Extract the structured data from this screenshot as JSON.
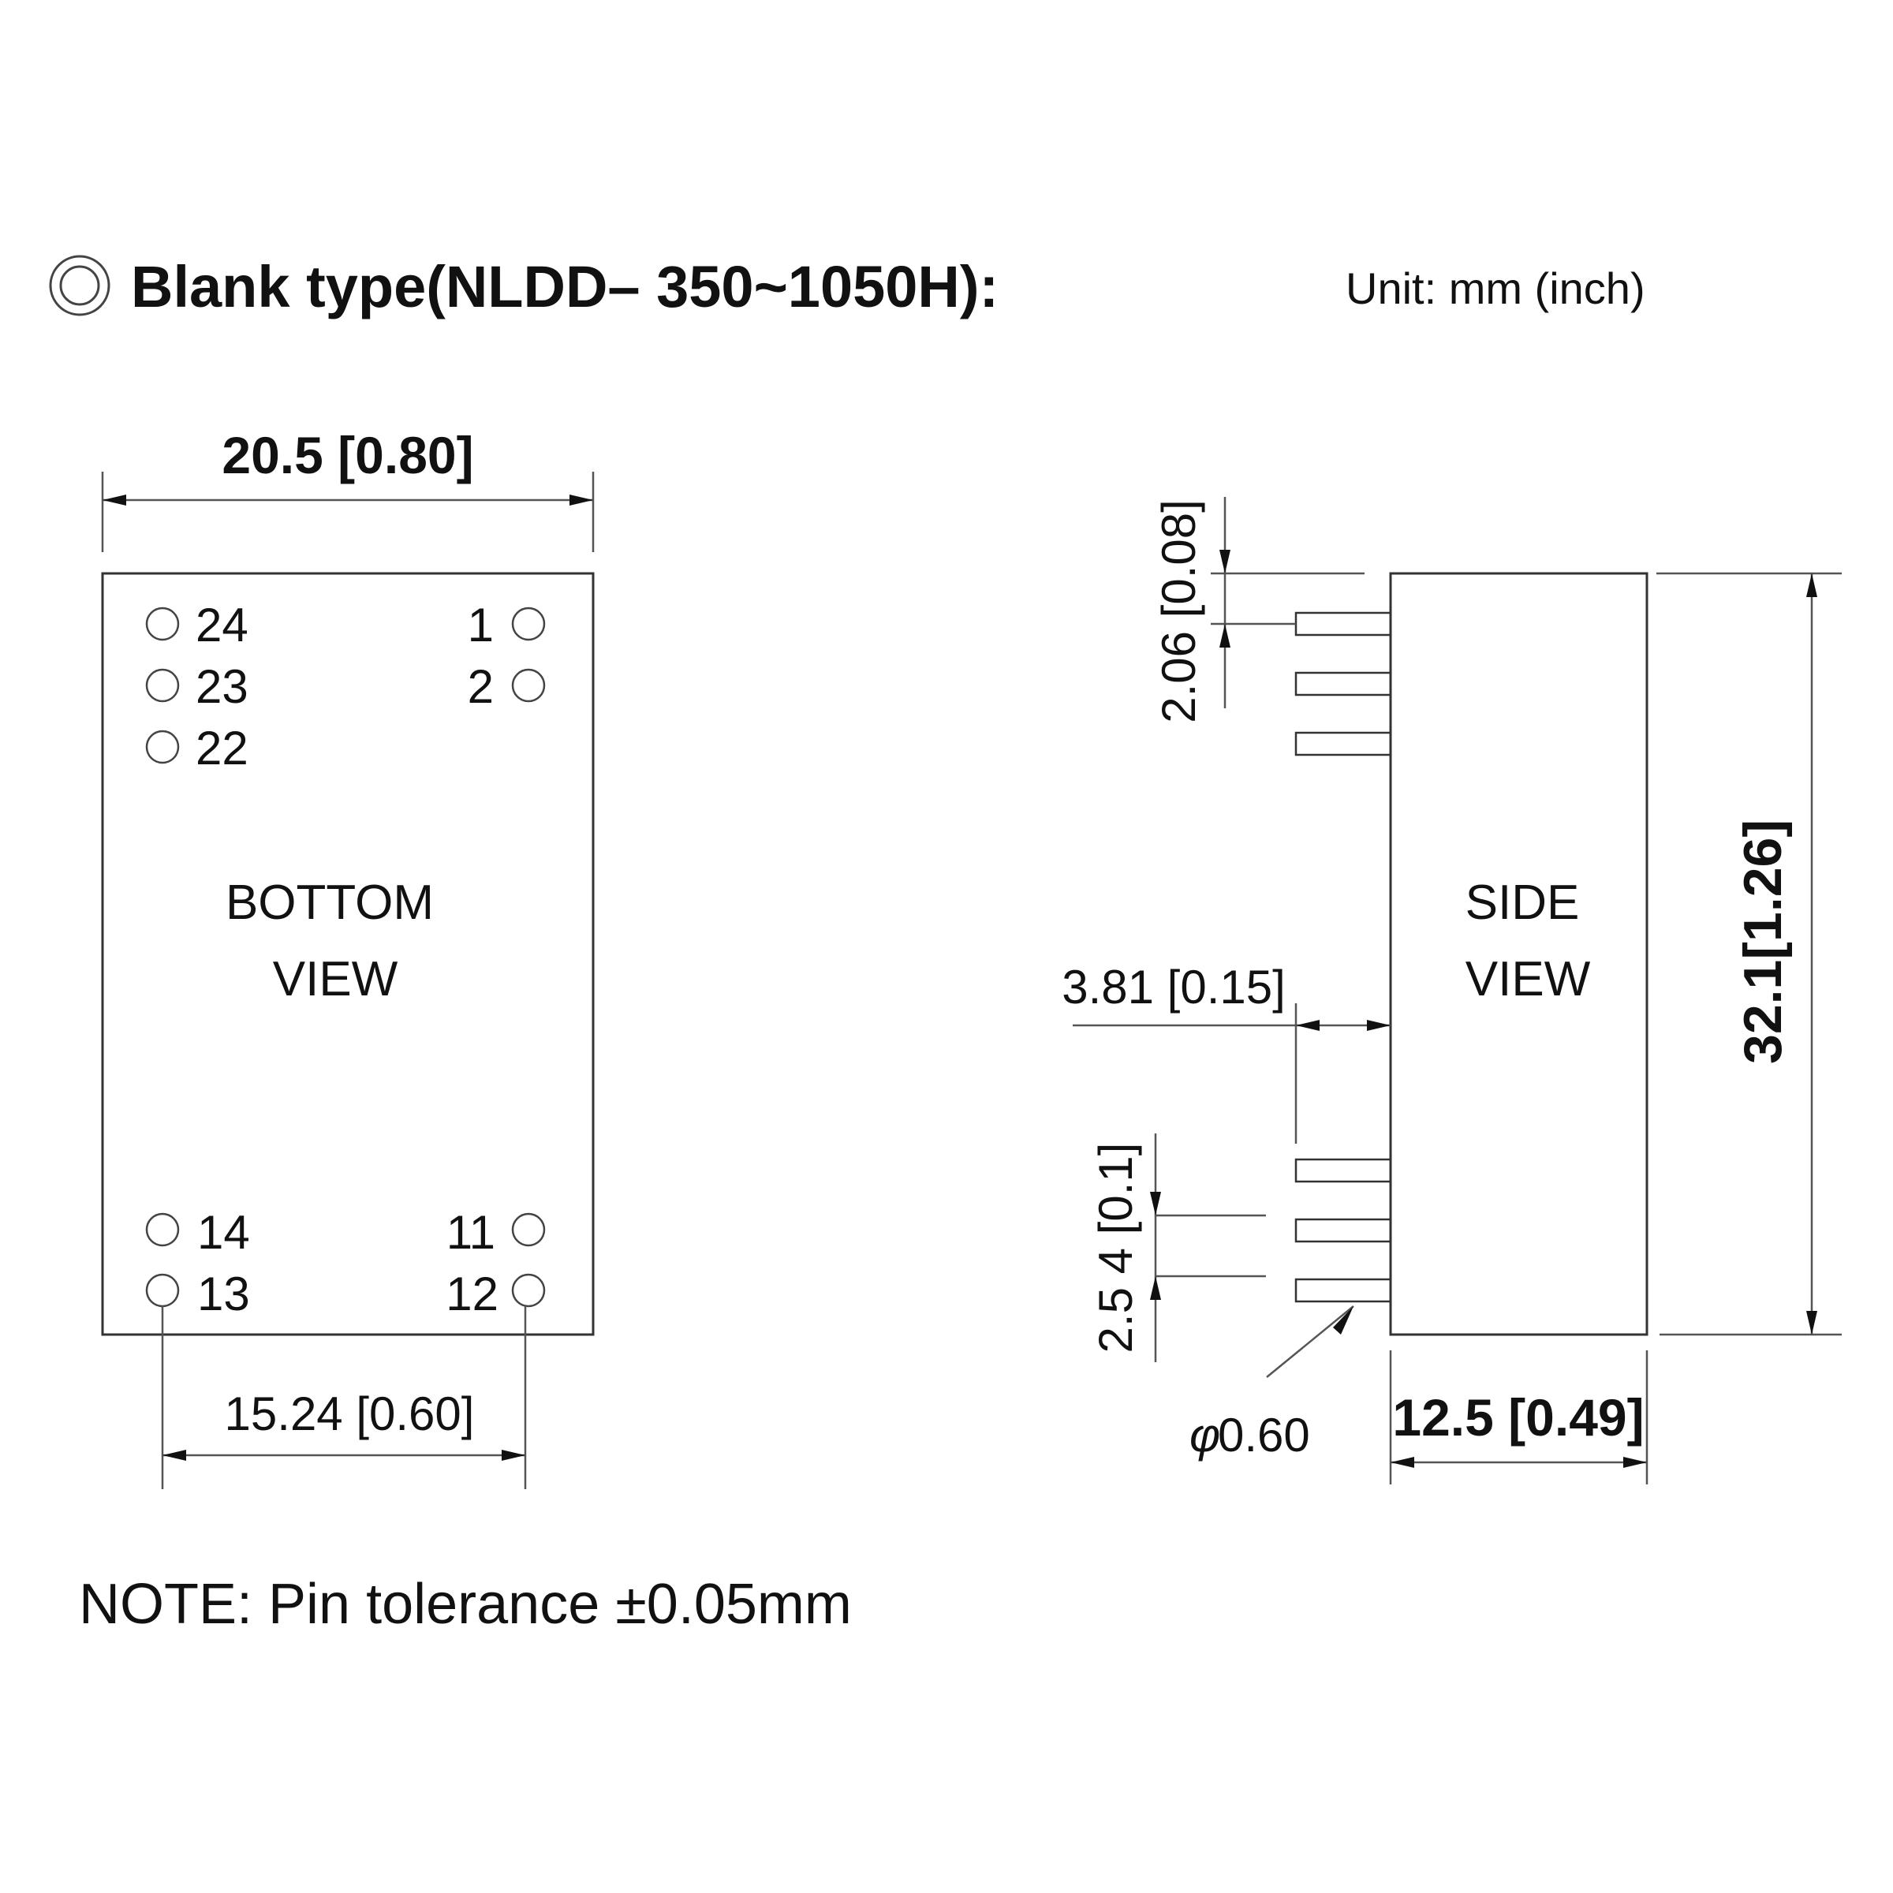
{
  "header": {
    "title": "Blank type(NLDD– 350~1050H):",
    "title_icon": "double-circle-bullet-icon",
    "unit_label": "Unit: mm (inch)"
  },
  "bottom_view": {
    "label_line1": "BOTTOM",
    "label_line2": "VIEW",
    "width_dim": "20.5 [0.80]",
    "pin_spacing_dim": "15.24 [0.60]",
    "pins_left": [
      "24",
      "23",
      "22",
      "14",
      "13"
    ],
    "pins_right": [
      "1",
      "2",
      "11",
      "12"
    ]
  },
  "side_view": {
    "label_line1": "SIDE",
    "label_line2": "VIEW",
    "height_dim": "32.1[1.26]",
    "depth_dim": "12.5 [0.49]",
    "pin_offset_dim": "2.06 [0.08]",
    "pin_length_dim": "3.81 [0.15]",
    "pin_pitch_dim": "2.5 4 [0.1]",
    "pin_diameter": "0.60",
    "diameter_symbol": "φ"
  },
  "note": "NOTE: Pin tolerance ±0.05mm",
  "colors": {
    "line": "#333333",
    "text": "#111111",
    "background": "#ffffff"
  }
}
